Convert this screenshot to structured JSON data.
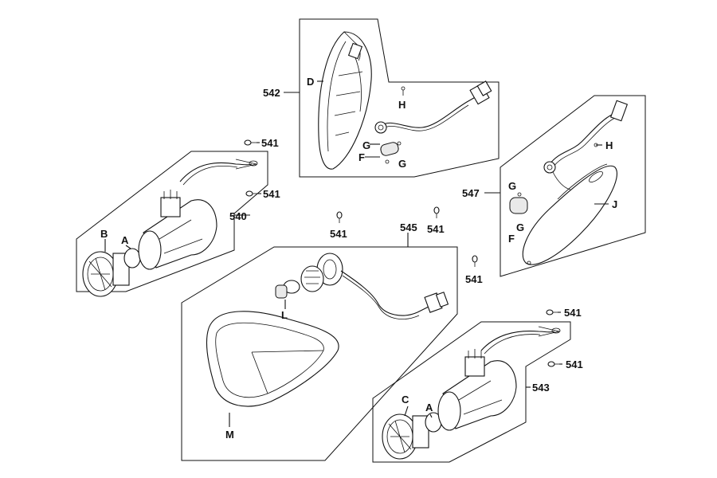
{
  "labels": {
    "541_a": "541",
    "541_b": "541",
    "541_c": "541",
    "541_d": "541",
    "541_e": "541",
    "541_f": "541",
    "541_g": "541",
    "540": "540",
    "542": "542",
    "543": "543",
    "545": "545",
    "547": "547",
    "A_left": "A",
    "B": "B",
    "D": "D",
    "H_top": "H",
    "G_top1": "G",
    "F_top": "F",
    "G_top2": "G",
    "H_right": "H",
    "G_right1": "G",
    "F_right": "F",
    "G_right2": "G",
    "J": "J",
    "L": "L",
    "M": "M",
    "C": "C",
    "A_bottom": "A"
  }
}
